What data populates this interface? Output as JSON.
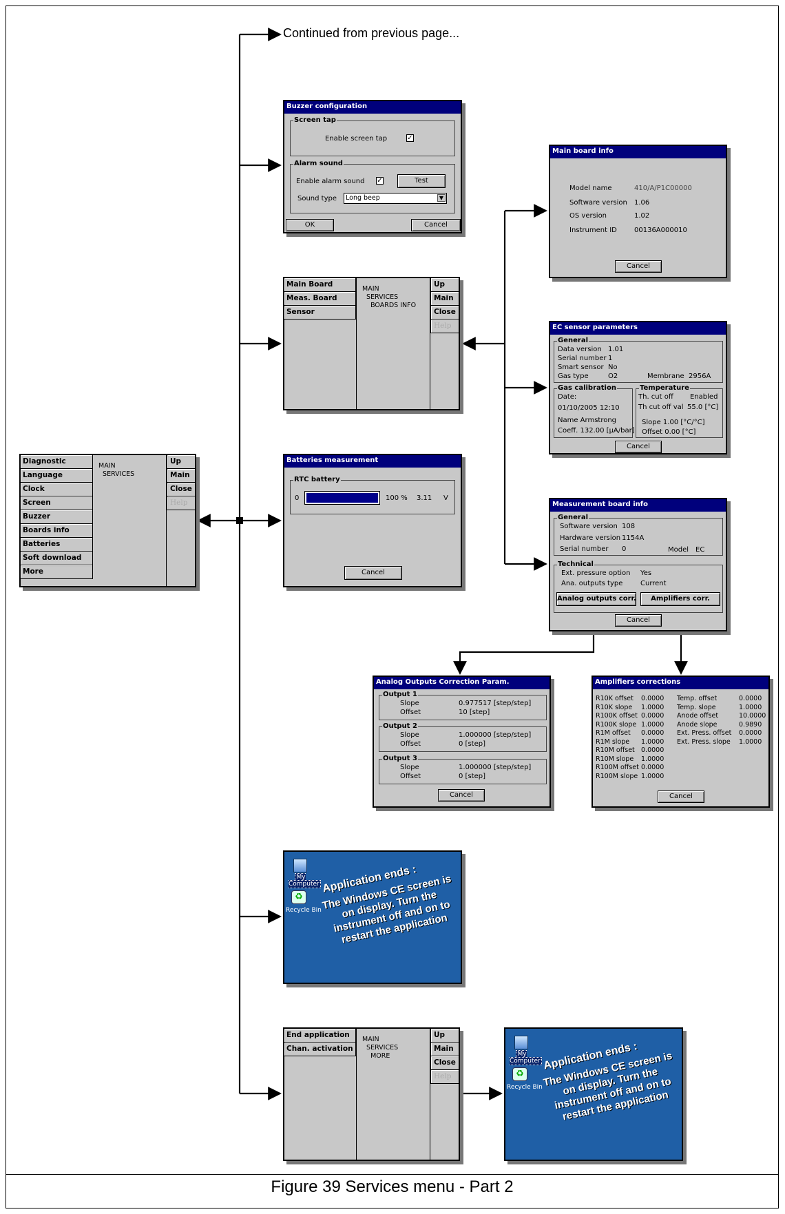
{
  "continued_text": "Continued from previous page...",
  "caption": "Figure 39  Services menu - Part 2",
  "services_menu": {
    "items": [
      "Diagnostic",
      "Language",
      "Clock",
      "Screen",
      "Buzzer",
      "Boards info",
      "Batteries",
      "Soft download",
      "More"
    ],
    "path": [
      "MAIN",
      "  SERVICES"
    ],
    "buttons": [
      "Up",
      "Main",
      "Close",
      "Help"
    ]
  },
  "buzzer": {
    "title": "Buzzer configuration",
    "screen_tap_group": "Screen tap",
    "enable_screen_tap": "Enable screen tap",
    "alarm_group": "Alarm sound",
    "enable_alarm": "Enable alarm sound",
    "test": "Test",
    "sound_type_label": "Sound type",
    "sound_type_value": "Long beep",
    "ok": "OK",
    "cancel": "Cancel",
    "check": "✓"
  },
  "boards_menu": {
    "items": [
      "Main Board",
      "Meas. Board",
      "Sensor"
    ],
    "path": [
      "MAIN",
      "  SERVICES",
      "    BOARDS INFO"
    ],
    "buttons": [
      "Up",
      "Main",
      "Close",
      "Help"
    ]
  },
  "batteries": {
    "title": "Batteries measurement",
    "group": "RTC battery",
    "min": "0",
    "percent": "100 %",
    "voltage": "3.11",
    "unit": "V",
    "level": 1.0,
    "cancel": "Cancel"
  },
  "main_board": {
    "title": "Main board info",
    "rows": [
      [
        "Model name",
        "410/A/P1C00000"
      ],
      [
        "Software version",
        "1.06"
      ],
      [
        "OS version",
        "1.02"
      ],
      [
        "Instrument ID",
        "00136A000010"
      ]
    ],
    "cancel": "Cancel"
  },
  "ec_sensor": {
    "title": "EC sensor parameters",
    "general": "General",
    "gen_rows": [
      [
        "Data version",
        "1.01"
      ],
      [
        "Serial number",
        "1"
      ],
      [
        "Smart sensor",
        "No"
      ],
      [
        "Gas type",
        "O2"
      ]
    ],
    "membrane_label": "Membrane",
    "membrane": "2956A",
    "gas_cal": "Gas calibration",
    "date_label": "Date:",
    "date": "01/10/2005 12:10",
    "name": "Name  Armstrong",
    "coeff": "Coeff. 132.00 [µA/bar]",
    "temp": "Temperature",
    "th_cut_off": "Th. cut off",
    "th_cut_off_v": "Enabled",
    "th_cut_val": "Th cut off val",
    "th_cut_val_v": "55.0 [°C]",
    "slope": "Slope  1.00 [°C/°C]",
    "offset": "Offset  0.00 [°C]",
    "cancel": "Cancel"
  },
  "meas_board": {
    "title": "Measurement board info",
    "general": "General",
    "sw_label": "Software version",
    "sw": "108",
    "hw_label": "Hardware version",
    "hw": "1154A",
    "sn_label": "Serial number",
    "sn": "0",
    "model_label": "Model",
    "model": "EC",
    "technical": "Technical",
    "pressure_label": "Ext. pressure option",
    "pressure": "Yes",
    "outputs_label": "Ana. outputs type",
    "outputs": "Current",
    "analog_btn": "Analog outputs corr.",
    "amp_btn": "Amplifiers corr.",
    "cancel": "Cancel"
  },
  "analog": {
    "title": "Analog Outputs Correction Param.",
    "outputs": [
      {
        "name": "Output 1",
        "slope": "0.977517 [step/step]",
        "offset": "10 [step]"
      },
      {
        "name": "Output 2",
        "slope": "1.000000 [step/step]",
        "offset": "0 [step]"
      },
      {
        "name": "Output 3",
        "slope": "1.000000 [step/step]",
        "offset": "0 [step]"
      }
    ],
    "slope_label": "Slope",
    "offset_label": "Offset",
    "cancel": "Cancel"
  },
  "amplifiers": {
    "title": "Amplifiers corrections",
    "left": [
      [
        "R10K offset",
        "0.0000"
      ],
      [
        "R10K slope",
        "1.0000"
      ],
      [
        "R100K offset",
        "0.0000"
      ],
      [
        "R100K slope",
        "1.0000"
      ],
      [
        "R1M offset",
        "0.0000"
      ],
      [
        "R1M slope",
        "1.0000"
      ],
      [
        "R10M offset",
        "0.0000"
      ],
      [
        "R10M slope",
        "1.0000"
      ],
      [
        "R100M offset",
        "0.0000"
      ],
      [
        "R100M slope",
        "1.0000"
      ]
    ],
    "right": [
      [
        "Temp. offset",
        "0.0000"
      ],
      [
        "Temp. slope",
        "1.0000"
      ],
      [
        "Anode offset",
        "10.0000"
      ],
      [
        "Anode slope",
        "0.9890"
      ],
      [
        "Ext. Press. offset",
        "0.0000"
      ],
      [
        "Ext. Press. slope",
        "1.0000"
      ]
    ],
    "cancel": "Cancel"
  },
  "wince": {
    "my_computer": "My Computer",
    "recycle": "Recycle Bin",
    "msg1": "Application ends :",
    "msg2": "The Windows CE screen is on display. Turn the instrument off and on to restart the application"
  },
  "more_menu": {
    "items": [
      "End application",
      "Chan. activation"
    ],
    "path": [
      "MAIN",
      "  SERVICES",
      "    MORE"
    ],
    "buttons": [
      "Up",
      "Main",
      "Close",
      "Help"
    ]
  }
}
